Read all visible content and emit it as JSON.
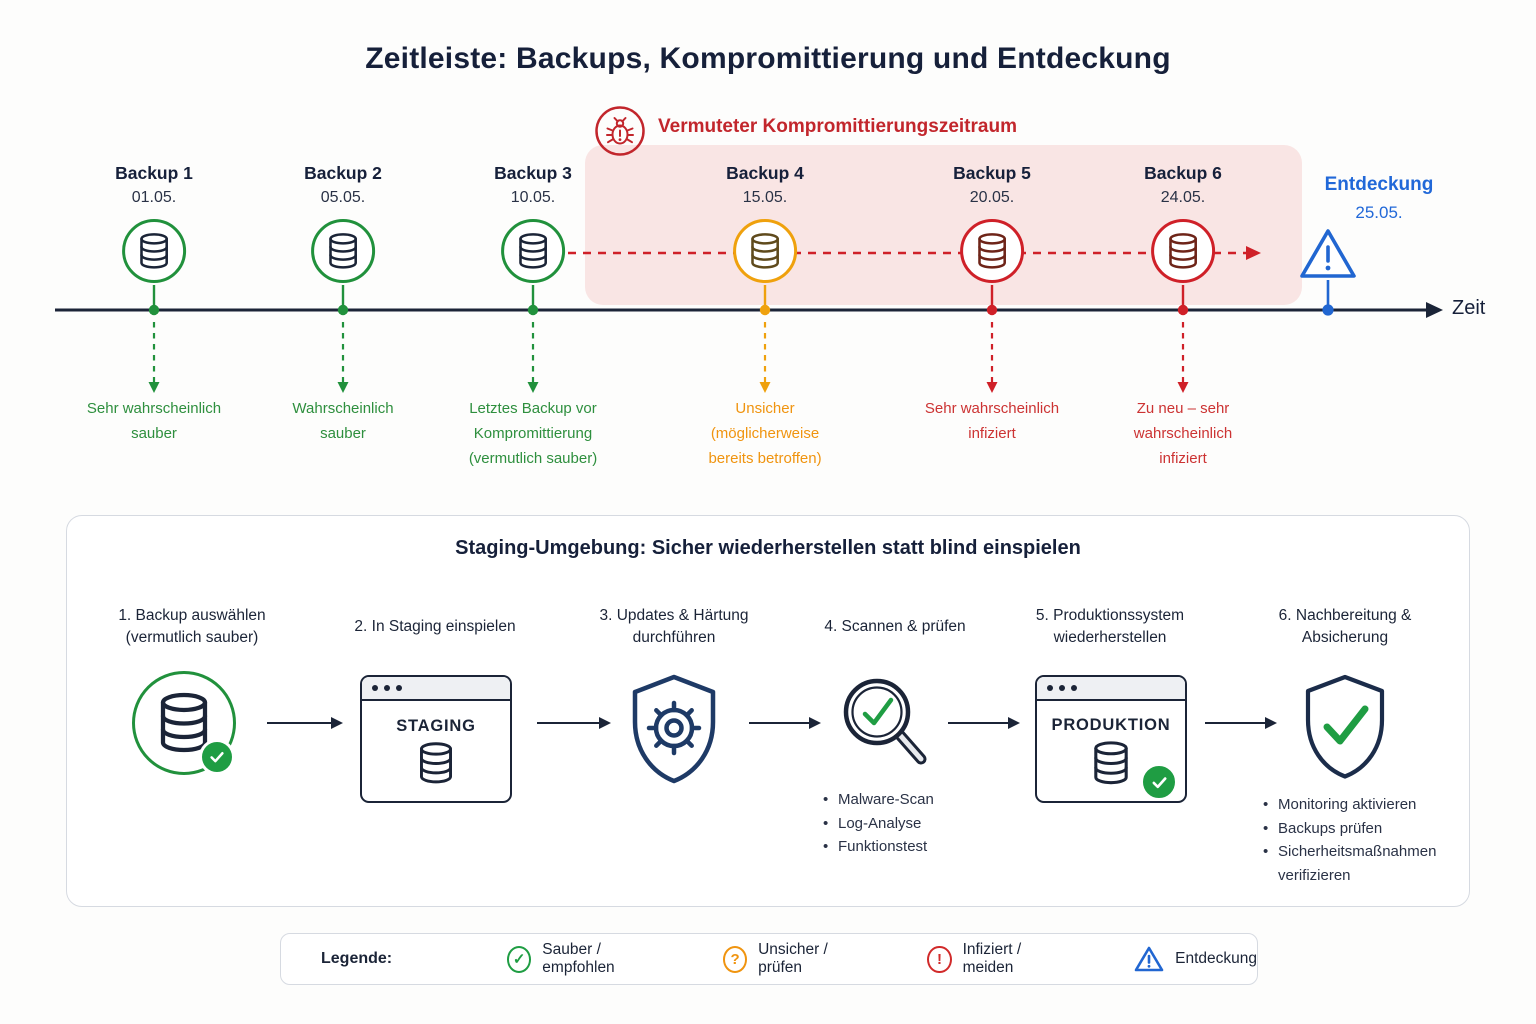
{
  "title": "Zeitleiste: Backups, Kompromittierung und Entdeckung",
  "timeline": {
    "axis_label": "Zeit",
    "compromise_label": "Vermuteter Kompromittierungszeitraum",
    "backups": [
      {
        "name": "Backup 1",
        "date": "01.05.",
        "status": "clean",
        "note": "Sehr wahrscheinlich sauber"
      },
      {
        "name": "Backup 2",
        "date": "05.05.",
        "status": "clean",
        "note": "Wahrscheinlich sauber"
      },
      {
        "name": "Backup 3",
        "date": "10.05.",
        "status": "clean",
        "note": "Letztes Backup vor Kompromittierung (vermutlich sauber)"
      },
      {
        "name": "Backup 4",
        "date": "15.05.",
        "status": "uncertain",
        "note": "Unsicher (möglicherweise bereits betroffen)"
      },
      {
        "name": "Backup 5",
        "date": "20.05.",
        "status": "infected",
        "note": "Sehr wahrscheinlich infiziert"
      },
      {
        "name": "Backup 6",
        "date": "24.05.",
        "status": "infected",
        "note": "Zu neu – sehr wahrscheinlich infiziert"
      }
    ],
    "discovery": {
      "label": "Entdeckung",
      "date": "25.05."
    }
  },
  "staging": {
    "title": "Staging-Umgebung: Sicher wiederherstellen statt blind einspielen",
    "steps": [
      {
        "label": "1. Backup auswählen (vermutlich sauber)"
      },
      {
        "label": "2. In Staging einspielen",
        "window_title": "STAGING"
      },
      {
        "label": "3. Updates & Härtung durchführen"
      },
      {
        "label": "4. Scannen & prüfen",
        "bullets": [
          "Malware-Scan",
          "Log-Analyse",
          "Funktionstest"
        ]
      },
      {
        "label": "5. Produktionssystem wiederherstellen",
        "window_title": "PRODUKTION"
      },
      {
        "label": "6. Nachbereitung & Absicherung",
        "bullets": [
          "Monitoring aktivieren",
          "Backups prüfen",
          "Sicherheitsmaßnahmen verifizieren"
        ]
      }
    ]
  },
  "legend": {
    "label": "Legende:",
    "items": [
      {
        "label": "Sauber / empfohlen",
        "glyph": "✓",
        "color": "#1f9d43"
      },
      {
        "label": "Unsicher / prüfen",
        "glyph": "?",
        "color": "#f0940f"
      },
      {
        "label": "Infiziert / meiden",
        "glyph": "!",
        "color": "#d12a2a"
      },
      {
        "label": "Entdeckung",
        "glyph": "!",
        "color": "#2166d1"
      }
    ]
  },
  "colors": {
    "clean": "#21913c",
    "uncertain": "#efa10d",
    "infected": "#cf2028",
    "discovery": "#2166d1",
    "navy": "#1b2437",
    "compromise_zone": "#f9e5e4",
    "compromise_label": "#c2262c"
  }
}
